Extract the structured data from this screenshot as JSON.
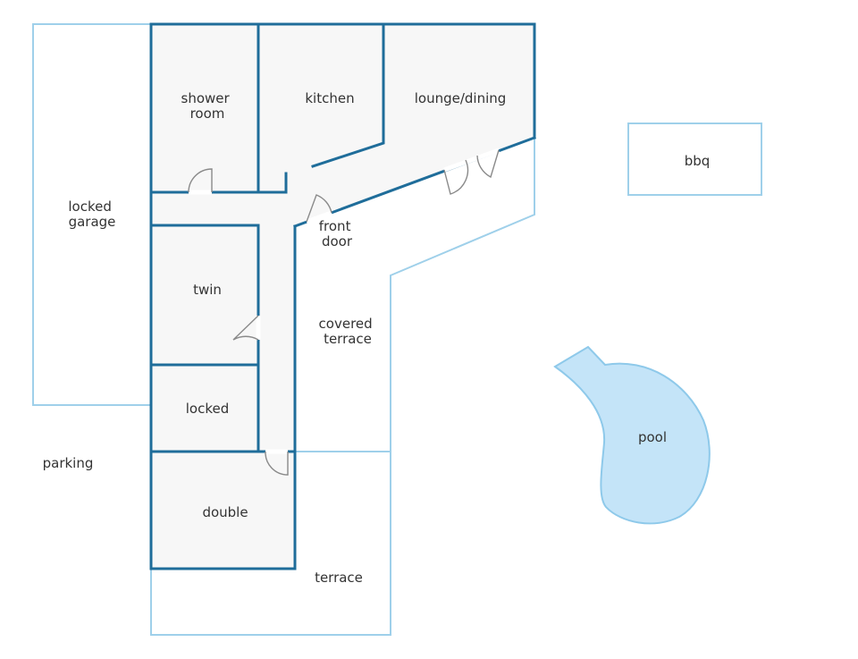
{
  "colors": {
    "wall": "#1f6d9a",
    "outline": "#9fd0ea",
    "room_fill": "#f7f7f7",
    "pool_fill": "#c4e4f8",
    "label": "#333333"
  },
  "labels": {
    "shower_room": [
      "shower",
      "room"
    ],
    "kitchen": [
      "kitchen"
    ],
    "lounge_dining": [
      "lounge/dining"
    ],
    "bbq": [
      "bbq"
    ],
    "locked_garage": [
      "locked",
      "garage"
    ],
    "front_door": [
      "front",
      "door"
    ],
    "twin": [
      "twin"
    ],
    "covered_terrace": [
      "covered",
      "terrace"
    ],
    "locked": [
      "locked"
    ],
    "pool": [
      "pool"
    ],
    "parking": [
      "parking"
    ],
    "double": [
      "double"
    ],
    "terrace": [
      "terrace"
    ]
  }
}
